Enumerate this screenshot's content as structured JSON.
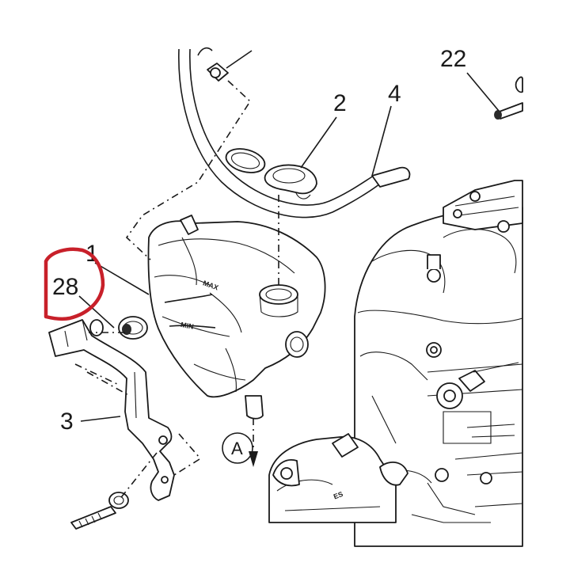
{
  "callouts": {
    "c22": "22",
    "c2": "2",
    "c4": "4",
    "c1": "1",
    "c28": "28",
    "c3": "3",
    "cA": "A"
  },
  "tank_marks": {
    "max": "MAX",
    "min": "MIN"
  },
  "highlight_color": "#c8202a"
}
